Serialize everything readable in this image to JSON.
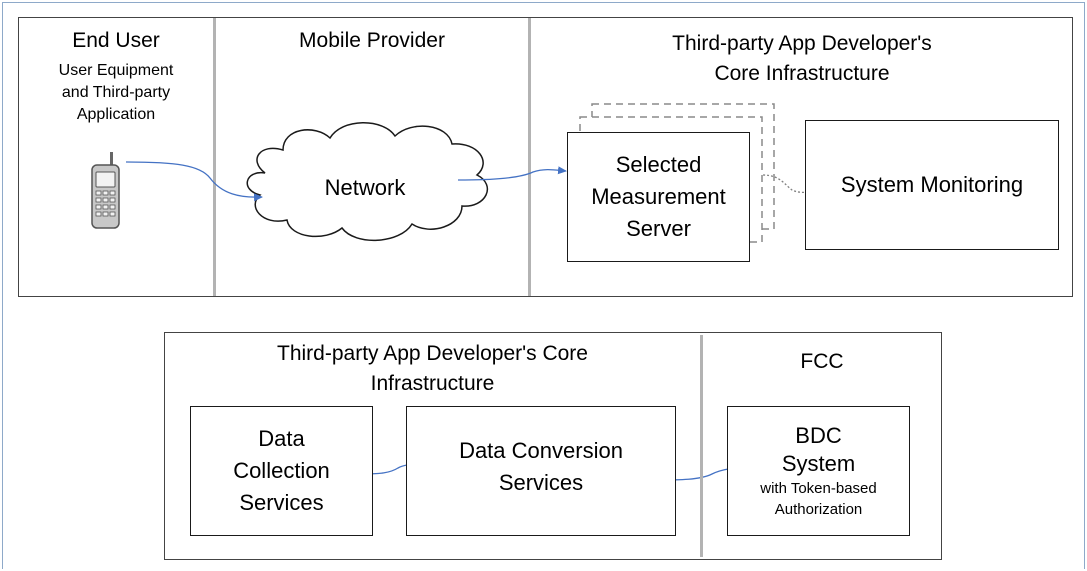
{
  "top_panel": {
    "end_user": {
      "title": "End User",
      "subtitle_lines": [
        "User Equipment",
        "and Third-party",
        "Application"
      ],
      "device_icon": "mobile-phone-icon"
    },
    "mobile_provider": {
      "title": "Mobile Provider",
      "cloud_label": "Network",
      "cloud_icon": "cloud-icon"
    },
    "app_developer": {
      "title_lines": [
        "Third-party App Developer's",
        "Core Infrastructure"
      ],
      "server_lines": [
        "Selected",
        "Measurement",
        "Server"
      ],
      "monitoring_label": "System Monitoring"
    }
  },
  "bottom_panel": {
    "app_developer": {
      "title_lines": [
        "Third-party App Developer's Core",
        "Infrastructure"
      ],
      "collection_lines": [
        "Data",
        "Collection",
        "Services"
      ],
      "conversion_lines": [
        "Data Conversion",
        "Services"
      ]
    },
    "fcc": {
      "title": "FCC",
      "bdc_lines": [
        "BDC",
        "System"
      ],
      "bdc_note_lines": [
        "with Token-based",
        "Authorization"
      ]
    }
  },
  "colors": {
    "arrow_blue": "#4472c4",
    "arrow_gray": "#808080",
    "divider_gray": "#b3b3b3",
    "outer_border": "#8ea9c9"
  }
}
